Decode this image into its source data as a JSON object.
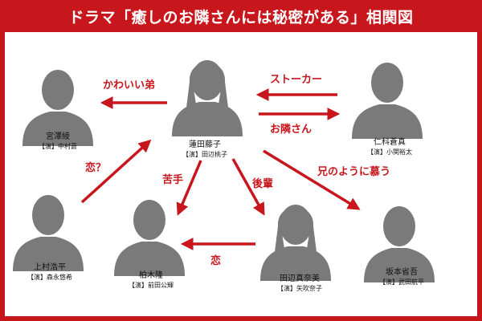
{
  "title": "ドラマ「癒しのお隣さんには秘密がある」相関図",
  "colors": {
    "accent": "#c8161d",
    "silhouette": "#7a7a7a",
    "text": "#111111"
  },
  "characters": [
    {
      "id": "kotoko",
      "name": "蓮田藤子",
      "actor": "【演】田辺桃子",
      "gender": "female"
    },
    {
      "id": "miyazawa",
      "name": "宮澤綾",
      "actor": "【演】中村蒼",
      "gender": "male"
    },
    {
      "id": "nishina",
      "name": "仁科蒼真",
      "actor": "【演】小関裕太",
      "gender": "male"
    },
    {
      "id": "uemura",
      "name": "上村浩平",
      "actor": "【演】森永悠希",
      "gender": "male"
    },
    {
      "id": "kashiwagi",
      "name": "柏木隆",
      "actor": "【演】前田公輝",
      "gender": "male"
    },
    {
      "id": "tanabe",
      "name": "田辺真奈美",
      "actor": "【演】矢吹奈子",
      "gender": "female"
    },
    {
      "id": "sakamoto",
      "name": "坂本省吾",
      "actor": "【演】武田航平",
      "gender": "male"
    }
  ],
  "relations": [
    {
      "from": "kotoko",
      "to": "miyazawa",
      "label": "かわいい弟"
    },
    {
      "from": "nishina",
      "to": "kotoko",
      "label": "ストーカー"
    },
    {
      "from": "kotoko",
      "to": "nishina",
      "label": "お隣さん"
    },
    {
      "from": "uemura",
      "to": "kotoko",
      "label": "恋？"
    },
    {
      "from": "kotoko",
      "to": "kashiwagi",
      "label": "苦手"
    },
    {
      "from": "kotoko",
      "to": "tanabe",
      "label": "後輩"
    },
    {
      "from": "tanabe",
      "to": "kashiwagi",
      "label": "恋"
    },
    {
      "from": "kotoko",
      "to": "sakamoto",
      "label": "兄のように慕う"
    }
  ]
}
